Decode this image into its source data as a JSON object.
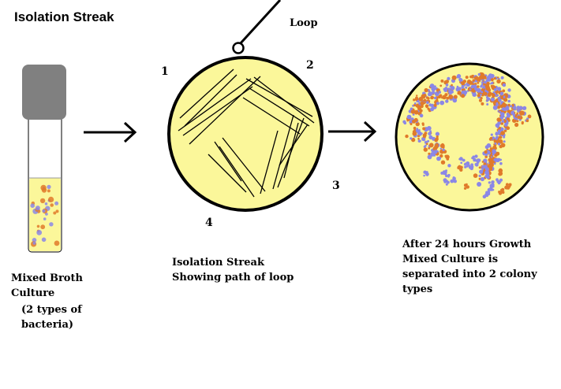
{
  "title": "Isolation Streak",
  "loop_label": "Loop",
  "sector_numbers": [
    "1",
    "2",
    "3",
    "4"
  ],
  "tube_caption": {
    "line1": "Mixed Broth",
    "line2": "Culture",
    "line3": "(2 types of",
    "line4": "bacteria)"
  },
  "streak_caption": {
    "line1": "Isolation Streak",
    "line2": "Showing path of loop"
  },
  "growth_caption": {
    "line1": "After 24 hours Growth",
    "line2": "Mixed Culture is",
    "line3": "separated into 2 colony",
    "line4": "types"
  },
  "colors": {
    "plate": "#fbf79a",
    "tube_cap": "#808080",
    "broth": "#fbf79a",
    "colony_a": "#e07a2a",
    "colony_b": "#8b87e6"
  }
}
